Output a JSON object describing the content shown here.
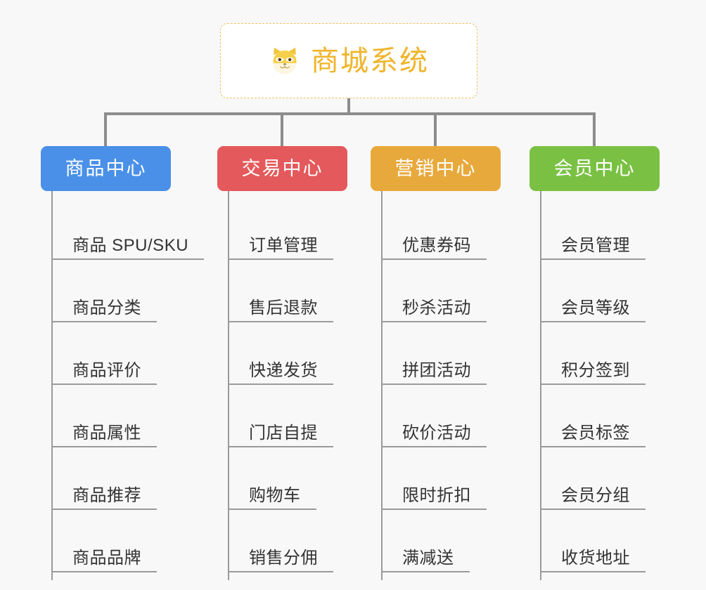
{
  "page": {
    "background_color": "#f8f8f8",
    "type": "org-chart-mindmap"
  },
  "root": {
    "title": "商城系统",
    "icon": "shiba-dog-face-icon",
    "text_color": "#f0b429",
    "border_color": "#f0c060",
    "background_color": "#ffffff"
  },
  "categories": [
    {
      "label": "商品中心",
      "color": "#4a90e8",
      "items": [
        "商品 SPU/SKU",
        "商品分类",
        "商品评价",
        "商品属性",
        "商品推荐",
        "商品品牌"
      ]
    },
    {
      "label": "交易中心",
      "color": "#e4595b",
      "items": [
        "订单管理",
        "售后退款",
        "快递发货",
        "门店自提",
        "购物车",
        "销售分佣"
      ]
    },
    {
      "label": "营销中心",
      "color": "#e8a93c",
      "items": [
        "优惠券码",
        "秒杀活动",
        "拼团活动",
        "砍价活动",
        "限时折扣",
        "满减送"
      ]
    },
    {
      "label": "会员中心",
      "color": "#7ac143",
      "items": [
        "会员管理",
        "会员等级",
        "积分签到",
        "会员标签",
        "会员分组",
        "收货地址"
      ]
    }
  ],
  "connectors": {
    "line_color": "#8c8c8c",
    "trunk_color": "#9a9a9a"
  }
}
